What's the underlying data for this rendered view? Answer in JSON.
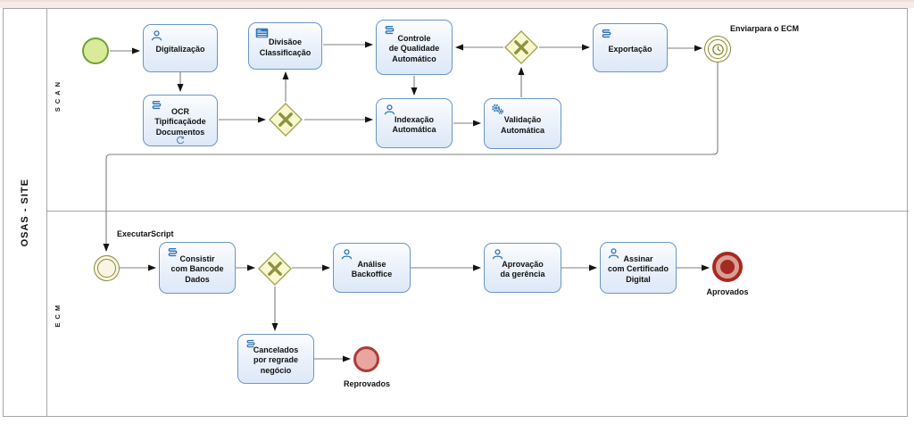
{
  "pool": {
    "title": "OSAS - SITE",
    "lanes": [
      {
        "label": "SCAN"
      },
      {
        "label": "ECM"
      }
    ]
  },
  "tasks": {
    "digitalizacao": {
      "label": "Digitalização",
      "icon": "user-icon"
    },
    "ocr": {
      "label": "OCR\nTipificaçãode\nDocumentos",
      "icon": "script-icon",
      "loop_marker": true
    },
    "divisao": {
      "label": "Divisãoe\nClassificação",
      "icon": "table-icon"
    },
    "controle": {
      "label": "Controle\nde Qualidade\nAutomático",
      "icon": "script-icon"
    },
    "indexacao": {
      "label": "Indexação\nAutomática",
      "icon": "user-icon"
    },
    "validacao": {
      "label": "Validação\nAutomática",
      "icon": "gears-icon"
    },
    "exportacao": {
      "label": "Exportação",
      "icon": "script-icon"
    },
    "consistir": {
      "label": "Consistir\ncom Bancode\nDados",
      "icon": "script-icon"
    },
    "analise": {
      "label": "Análise\nBackoffice",
      "icon": "user-icon"
    },
    "aprovacao": {
      "label": "Aprovação\nda gerência",
      "icon": "user-icon"
    },
    "assinar": {
      "label": "Assinar\ncom Certificado\nDigital",
      "icon": "user-icon"
    },
    "cancelados": {
      "label": "Cancelados\npor regrade\nnegócio",
      "icon": "script-icon"
    }
  },
  "events": {
    "start_scan": {
      "type": "start",
      "label": ""
    },
    "send_ecm": {
      "type": "intermediate-timer",
      "label": "Enviarpara o ECM"
    },
    "start_ecm": {
      "type": "intermediate",
      "label": "ExecutarScript"
    },
    "aprovados": {
      "type": "terminate-end",
      "label": "Aprovados"
    },
    "reprovados": {
      "type": "end",
      "label": "Reprovados"
    }
  },
  "gateways": [
    {
      "id": "gw-scan-1",
      "type": "exclusive"
    },
    {
      "id": "gw-scan-2",
      "type": "exclusive"
    },
    {
      "id": "gw-ecm-1",
      "type": "exclusive"
    }
  ],
  "colors": {
    "task_border": "#6b96c8",
    "task_fill": "#e7eefa",
    "icon_blue": "#2e75b6",
    "gateway_fill": "#f8f8cf",
    "gateway_border": "#a0a052",
    "gateway_x": "#8f9140",
    "start_green_fill": "#d9ea99",
    "start_green_border": "#70a132",
    "olive_event": "#8a8b39",
    "end_red_border": "#ad3c38",
    "end_red_fill": "#e9a6a1",
    "terminate_red": "#a52a20",
    "flow_line": "#7f7f7f",
    "accent_bar": "#f7ebe9",
    "pool_border": "#a6a6a6"
  }
}
